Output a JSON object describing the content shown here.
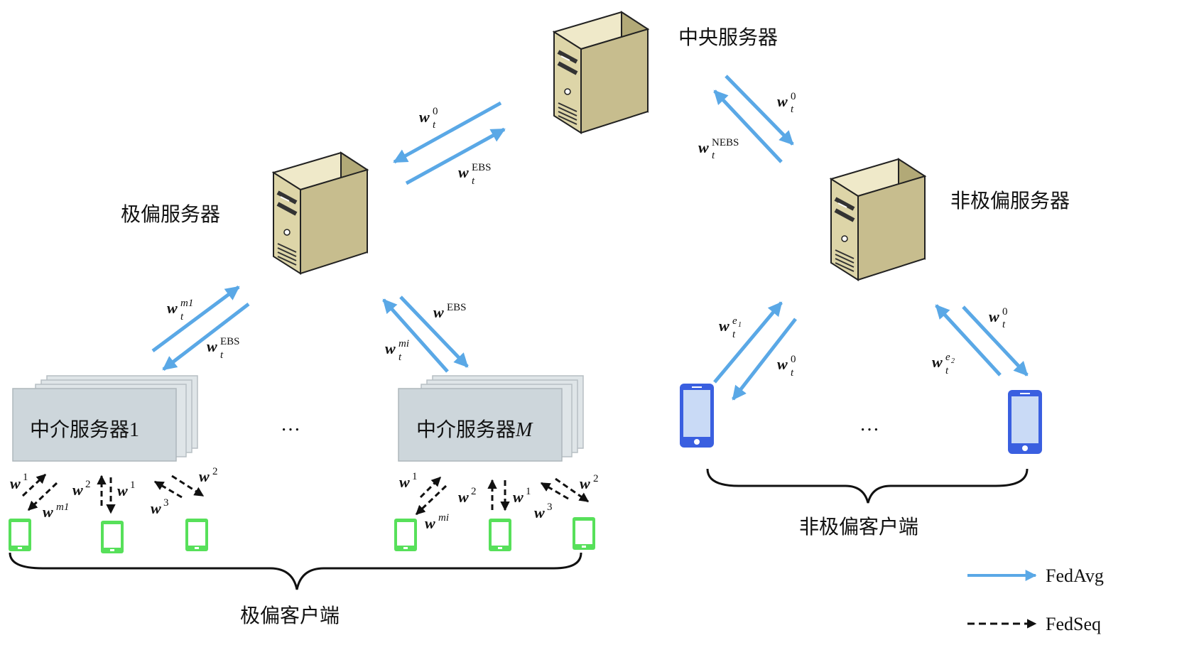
{
  "servers": {
    "central": "中央服务器",
    "extreme": "极偏服务器",
    "non_extreme": "非极偏服务器"
  },
  "intermediates": {
    "first": "中介服务器1",
    "last_prefix": "中介服务器",
    "last_var": "M"
  },
  "ellipsis": "…",
  "groups": {
    "extreme_clients": "极偏客户端",
    "non_extreme_clients": "非极偏客户端"
  },
  "symbols": {
    "w": "w",
    "t": "t",
    "zero": "0",
    "EBS": "EBS",
    "NEBS": "NEBS",
    "m1": "m1",
    "mi": "mi",
    "one": "1",
    "two": "2",
    "three": "3",
    "e": "e",
    "e_sub1": "1",
    "e_sub2": "2"
  },
  "legend": {
    "fedavg": "FedAvg",
    "fedseq": "FedSeq"
  },
  "colors": {
    "fedavg_arrow": "#5aa8e6",
    "fedseq_arrow": "#111111",
    "green_phone": "#57e05a",
    "blue_phone": "#3a5fe0",
    "intermediate_box": "#cdd6db",
    "server_body": "#d9d2a8"
  }
}
